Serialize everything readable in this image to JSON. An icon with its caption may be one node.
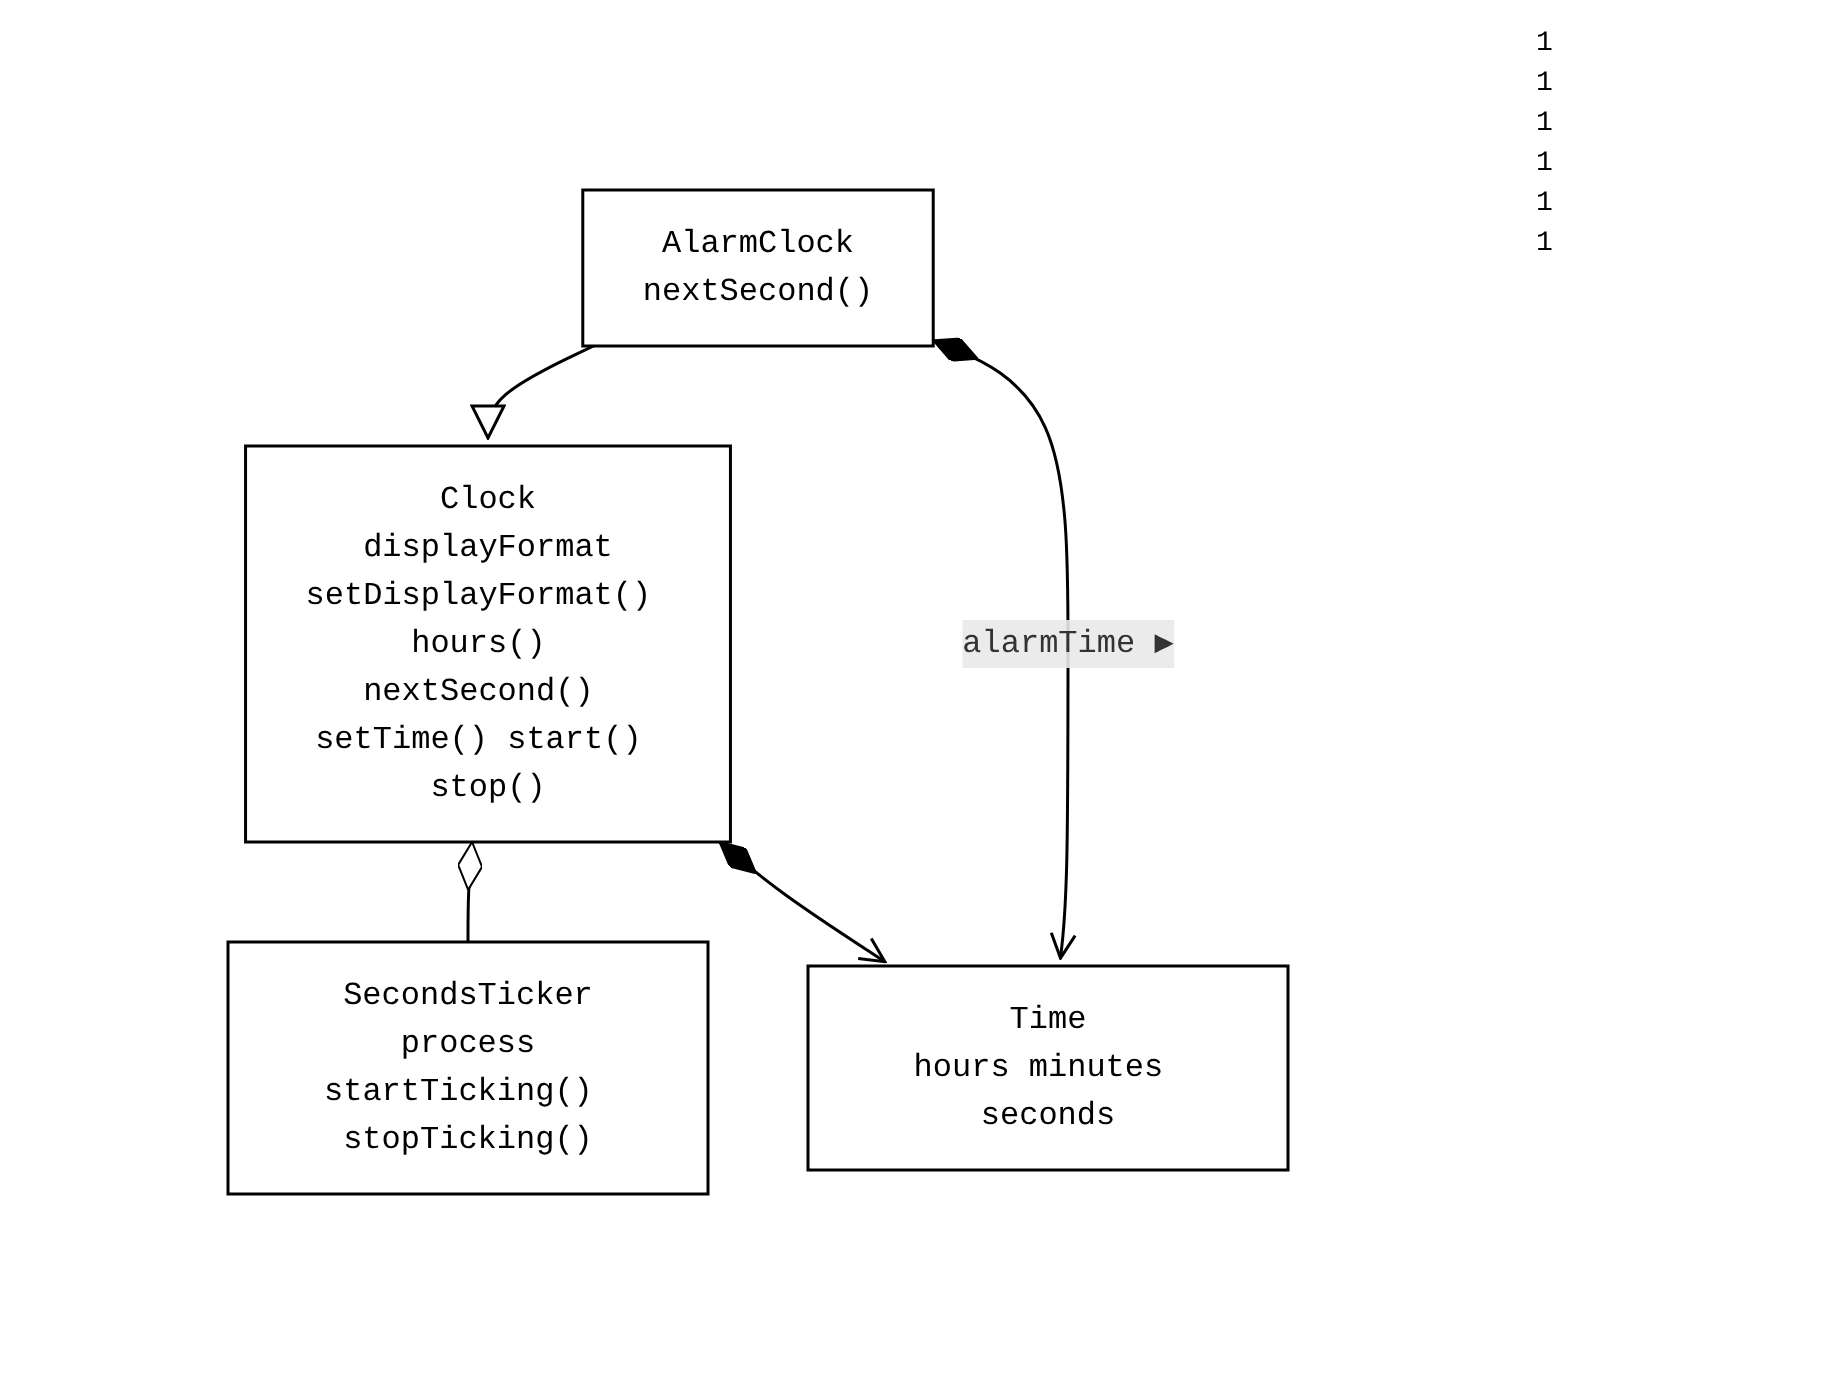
{
  "diagram": {
    "nodes": [
      {
        "text": [
          "Clock",
          "displayFormat",
          "setDisplayFormat() hours() nextSecond() setTime() start() stop()"
        ]
      },
      {
        "text": [
          "SecondsTicker",
          "process",
          "startTicking() stopTicking()"
        ]
      },
      {
        "text": [
          "Time",
          "hours minutes seconds"
        ]
      },
      {
        "text": [
          "AlarmClock",
          "nextSecond()"
        ]
      }
    ],
    "edges": [
      {
        "from": 0,
        "to": 1,
        "arrow": "other"
      },
      {
        "from": 0,
        "to": 2,
        "arrow": "to"
      },
      {
        "from": 3,
        "to": 0,
        "arrow": "to"
      },
      {
        "from": 3,
        "to": 2,
        "arrow": "to",
        "label": "alarmTime ▶"
      }
    ],
    "labels": [
      "1",
      "1",
      "1",
      "1",
      "1",
      "1"
    ]
  }
}
